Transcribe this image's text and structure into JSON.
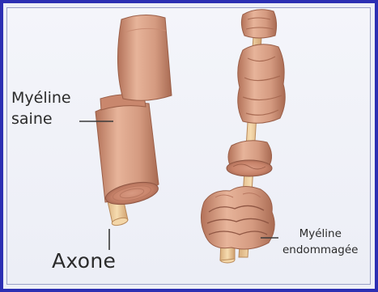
{
  "labels": {
    "healthy_myelin": [
      "Myéline",
      "saine"
    ],
    "axon": "Axone",
    "damaged_myelin": [
      "Myéline",
      "endommagée"
    ]
  },
  "colors": {
    "border": "#2c2fb3",
    "background": "#eef0f7",
    "myelin": "#d9a085",
    "myelin_shadow": "#a86a52",
    "axon": "#f0cf9e",
    "label_text": "#2b2b2b"
  }
}
